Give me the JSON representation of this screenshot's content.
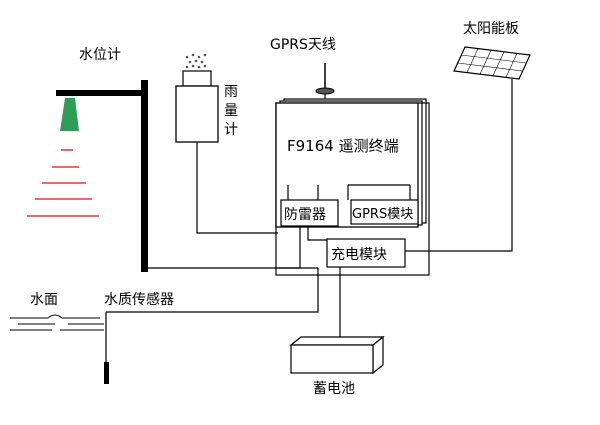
{
  "labels": {
    "water_level_meter": "水位计",
    "rain_gauge": "雨量计",
    "gprs_antenna": "GPRS天线",
    "solar_panel": "太阳能板",
    "terminal": "F9164 遥测终端",
    "lightning_protector": "防雷器",
    "gprs_module": "GPRS模块",
    "charge_module": "充电模块",
    "water_surface": "水面",
    "water_quality_sensor": "水质传感器",
    "battery": "蓄电池"
  },
  "colors": {
    "water_level_head": "#2e9e57",
    "water_signal": "#e01010",
    "rain_drops": "#555555",
    "line": "#000000"
  }
}
